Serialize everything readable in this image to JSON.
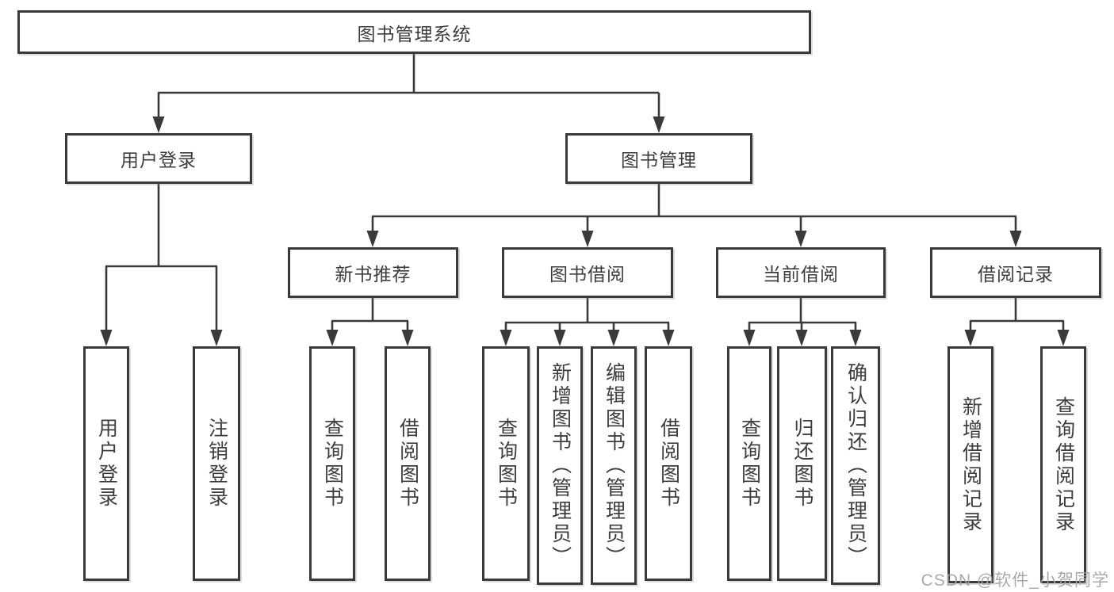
{
  "tree": {
    "label": "图书管理系统",
    "children": [
      {
        "label": "用户登录",
        "children": [
          {
            "label": "用户登录"
          },
          {
            "label": "注销登录"
          }
        ]
      },
      {
        "label": "图书管理",
        "children": [
          {
            "label": "新书推荐",
            "children": [
              {
                "label": "查询图书"
              },
              {
                "label": "借阅图书"
              }
            ]
          },
          {
            "label": "图书借阅",
            "children": [
              {
                "label": "查询图书"
              },
              {
                "label": "新增图书（管理员）"
              },
              {
                "label": "编辑图书（管理员）"
              },
              {
                "label": "借阅图书"
              }
            ]
          },
          {
            "label": "当前借阅",
            "children": [
              {
                "label": "查询图书"
              },
              {
                "label": "归还图书"
              },
              {
                "label": "确认归还（管理员）"
              }
            ]
          },
          {
            "label": "借阅记录",
            "children": [
              {
                "label": "新增借阅记录"
              },
              {
                "label": "查询借阅记录"
              }
            ]
          }
        ]
      }
    ]
  },
  "watermark": {
    "text": "CSDN @软件_小贺同学"
  },
  "colors": {
    "line": "#3a3a3a",
    "text": "#3d3d3d",
    "background": "#ffffff",
    "watermark": "#a3a3a3"
  }
}
